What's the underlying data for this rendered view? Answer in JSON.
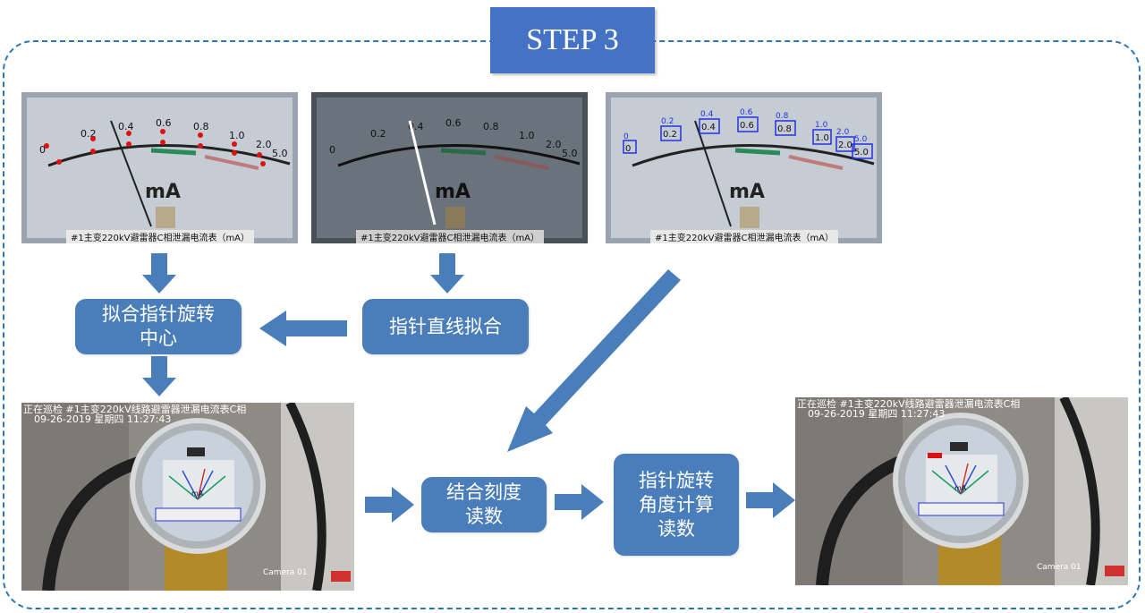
{
  "title": "STEP 3",
  "boxes": {
    "fit_center": "拟合指针旋转\n中心",
    "line_fit": "指针直线拟合",
    "combine": "结合刻度\n读数",
    "angle": "指针旋转\n角度计算\n读数"
  },
  "gauge": {
    "scale_labels": [
      "0",
      "0.2",
      "0.4",
      "0.6",
      "0.8",
      "1.0",
      "2.0",
      "5.0"
    ],
    "unit": "mA",
    "nameplate": "#1主变220kV避雷器C相泄漏电流表（mA）"
  },
  "camera": {
    "status_line": "正在巡检 #1主变220kV线路避雷器泄漏电流表C相",
    "timestamp": "09-26-2019 星期四 11:27:43",
    "cam_label": "Camera 01"
  },
  "colors": {
    "accent": "#4a7ebb",
    "title_bg": "#4472c4",
    "frame": "#2e75b6",
    "keypoint": "#e01010",
    "detect_box": "#2233dd"
  }
}
